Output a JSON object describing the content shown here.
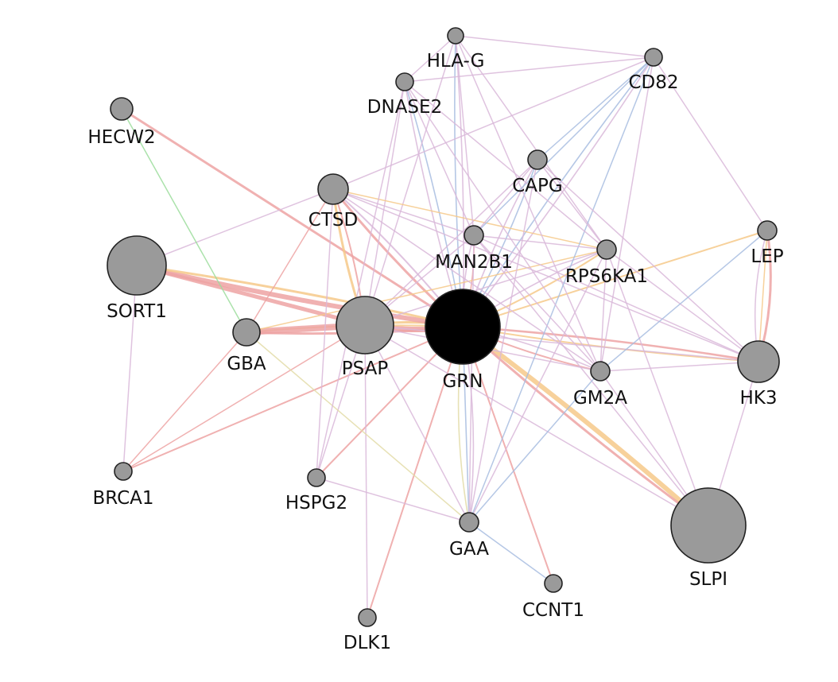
{
  "colors": {
    "query_node": "#000000",
    "node": "#9a9a9a",
    "node_stroke": "#222222",
    "coexpression": "#d9b8d9",
    "physical": "#eda3a3",
    "predicted": "#f6c98a",
    "pathway": "#a8bde0",
    "genetic": "#9cdd9c",
    "shared_domain": "#e3dca8"
  },
  "nodes": [
    {
      "id": "GRN",
      "label": "GRN",
      "query": true
    },
    {
      "id": "PSAP",
      "label": "PSAP"
    },
    {
      "id": "SORT1",
      "label": "SORT1"
    },
    {
      "id": "SLPI",
      "label": "SLPI"
    },
    {
      "id": "HK3",
      "label": "HK3"
    },
    {
      "id": "CTSD",
      "label": "CTSD"
    },
    {
      "id": "GBA",
      "label": "GBA"
    },
    {
      "id": "HECW2",
      "label": "HECW2"
    },
    {
      "id": "DNASE2",
      "label": "DNASE2"
    },
    {
      "id": "HLA-G",
      "label": "HLA-G"
    },
    {
      "id": "CD82",
      "label": "CD82"
    },
    {
      "id": "CAPG",
      "label": "CAPG"
    },
    {
      "id": "MAN2B1",
      "label": "MAN2B1"
    },
    {
      "id": "RPS6KA1",
      "label": "RPS6KA1"
    },
    {
      "id": "LEP",
      "label": "LEP"
    },
    {
      "id": "GM2A",
      "label": "GM2A"
    },
    {
      "id": "BRCA1",
      "label": "BRCA1"
    },
    {
      "id": "HSPG2",
      "label": "HSPG2"
    },
    {
      "id": "GAA",
      "label": "GAA"
    },
    {
      "id": "CCNT1",
      "label": "CCNT1"
    },
    {
      "id": "DLK1",
      "label": "DLK1"
    }
  ],
  "edges": [
    {
      "source": "GRN",
      "target": "PSAP",
      "type": "physical",
      "weight": 7
    },
    {
      "source": "GRN",
      "target": "PSAP",
      "type": "predicted",
      "weight": 3
    },
    {
      "source": "GRN",
      "target": "SORT1",
      "type": "physical",
      "weight": 6
    },
    {
      "source": "GRN",
      "target": "SORT1",
      "type": "predicted",
      "weight": 3
    },
    {
      "source": "GRN",
      "target": "SLPI",
      "type": "predicted",
      "weight": 6
    },
    {
      "source": "GRN",
      "target": "SLPI",
      "type": "physical",
      "weight": 3
    },
    {
      "source": "GRN",
      "target": "HK3",
      "type": "physical",
      "weight": 2.5
    },
    {
      "source": "GRN",
      "target": "HK3",
      "type": "predicted",
      "weight": 2
    },
    {
      "source": "GRN",
      "target": "CTSD",
      "type": "physical",
      "weight": 3
    },
    {
      "source": "GRN",
      "target": "CTSD",
      "type": "coexpression",
      "weight": 2
    },
    {
      "source": "GRN",
      "target": "GBA",
      "type": "physical",
      "weight": 3
    },
    {
      "source": "GRN",
      "target": "GBA",
      "type": "predicted",
      "weight": 2
    },
    {
      "source": "GRN",
      "target": "HECW2",
      "type": "physical",
      "weight": 3
    },
    {
      "source": "GRN",
      "target": "DNASE2",
      "type": "coexpression",
      "weight": 1.6
    },
    {
      "source": "GRN",
      "target": "DNASE2",
      "type": "pathway",
      "weight": 1.6
    },
    {
      "source": "GRN",
      "target": "HLA-G",
      "type": "pathway",
      "weight": 1.6
    },
    {
      "source": "GRN",
      "target": "HLA-G",
      "type": "coexpression",
      "weight": 1.6
    },
    {
      "source": "GRN",
      "target": "CD82",
      "type": "pathway",
      "weight": 1.6
    },
    {
      "source": "GRN",
      "target": "CD82",
      "type": "coexpression",
      "weight": 1.6
    },
    {
      "source": "GRN",
      "target": "CAPG",
      "type": "coexpression",
      "weight": 1.6
    },
    {
      "source": "GRN",
      "target": "CAPG",
      "type": "pathway",
      "weight": 1.6
    },
    {
      "source": "GRN",
      "target": "MAN2B1",
      "type": "coexpression",
      "weight": 1.6
    },
    {
      "source": "GRN",
      "target": "MAN2B1",
      "type": "physical",
      "weight": 1.6
    },
    {
      "source": "GRN",
      "target": "RPS6KA1",
      "type": "coexpression",
      "weight": 1.6
    },
    {
      "source": "GRN",
      "target": "RPS6KA1",
      "type": "predicted",
      "weight": 2
    },
    {
      "source": "GRN",
      "target": "LEP",
      "type": "predicted",
      "weight": 2
    },
    {
      "source": "GRN",
      "target": "GM2A",
      "type": "coexpression",
      "weight": 1.6
    },
    {
      "source": "GRN",
      "target": "GM2A",
      "type": "physical",
      "weight": 2
    },
    {
      "source": "GRN",
      "target": "BRCA1",
      "type": "physical",
      "weight": 2
    },
    {
      "source": "GRN",
      "target": "HSPG2",
      "type": "physical",
      "weight": 2
    },
    {
      "source": "GRN",
      "target": "GAA",
      "type": "coexpression",
      "weight": 1.6
    },
    {
      "source": "GRN",
      "target": "GAA",
      "type": "pathway",
      "weight": 1.6
    },
    {
      "source": "GRN",
      "target": "GAA",
      "type": "shared_domain",
      "weight": 1.6
    },
    {
      "source": "GRN",
      "target": "CCNT1",
      "type": "physical",
      "weight": 2
    },
    {
      "source": "GRN",
      "target": "DLK1",
      "type": "physical",
      "weight": 2
    },
    {
      "source": "PSAP",
      "target": "GBA",
      "type": "physical",
      "weight": 8
    },
    {
      "source": "PSAP",
      "target": "SORT1",
      "type": "physical",
      "weight": 5
    },
    {
      "source": "PSAP",
      "target": "CTSD",
      "type": "predicted",
      "weight": 3
    },
    {
      "source": "PSAP",
      "target": "CTSD",
      "type": "physical",
      "weight": 2
    },
    {
      "source": "PSAP",
      "target": "HSPG2",
      "type": "coexpression",
      "weight": 1.5
    },
    {
      "source": "PSAP",
      "target": "GAA",
      "type": "coexpression",
      "weight": 1.5
    },
    {
      "source": "PSAP",
      "target": "DNASE2",
      "type": "coexpression",
      "weight": 1.5
    },
    {
      "source": "PSAP",
      "target": "HLA-G",
      "type": "coexpression",
      "weight": 1.5
    },
    {
      "source": "PSAP",
      "target": "CAPG",
      "type": "coexpression",
      "weight": 1.5
    },
    {
      "source": "PSAP",
      "target": "MAN2B1",
      "type": "coexpression",
      "weight": 1.5
    },
    {
      "source": "PSAP",
      "target": "RPS6KA1",
      "type": "coexpression",
      "weight": 1.5
    },
    {
      "source": "PSAP",
      "target": "GM2A",
      "type": "coexpression",
      "weight": 1.5
    },
    {
      "source": "PSAP",
      "target": "HK3",
      "type": "coexpression",
      "weight": 1.5
    },
    {
      "source": "PSAP",
      "target": "SLPI",
      "type": "coexpression",
      "weight": 1.5
    },
    {
      "source": "PSAP",
      "target": "BRCA1",
      "type": "physical",
      "weight": 1.5
    },
    {
      "source": "PSAP",
      "target": "DLK1",
      "type": "coexpression",
      "weight": 1.5
    },
    {
      "source": "SORT1",
      "target": "CTSD",
      "type": "coexpression",
      "weight": 1.5
    },
    {
      "source": "SORT1",
      "target": "BRCA1",
      "type": "coexpression",
      "weight": 1.5
    },
    {
      "source": "GBA",
      "target": "HECW2",
      "type": "genetic",
      "weight": 1.5
    },
    {
      "source": "GBA",
      "target": "BRCA1",
      "type": "physical",
      "weight": 1.5
    },
    {
      "source": "GBA",
      "target": "GAA",
      "type": "shared_domain",
      "weight": 1.5
    },
    {
      "source": "GBA",
      "target": "RPS6KA1",
      "type": "predicted",
      "weight": 1.5
    },
    {
      "source": "GBA",
      "target": "CTSD",
      "type": "physical",
      "weight": 1.5
    },
    {
      "source": "CTSD",
      "target": "MAN2B1",
      "type": "coexpression",
      "weight": 1.5
    },
    {
      "source": "CTSD",
      "target": "RPS6KA1",
      "type": "predicted",
      "weight": 1.5
    },
    {
      "source": "CTSD",
      "target": "HK3",
      "type": "coexpression",
      "weight": 1.5
    },
    {
      "source": "CTSD",
      "target": "GM2A",
      "type": "coexpression",
      "weight": 1.5
    },
    {
      "source": "CTSD",
      "target": "HSPG2",
      "type": "coexpression",
      "weight": 1.5
    },
    {
      "source": "CTSD",
      "target": "CD82",
      "type": "coexpression",
      "weight": 1.5
    },
    {
      "source": "HLA-G",
      "target": "CD82",
      "type": "coexpression",
      "weight": 1.5
    },
    {
      "source": "HLA-G",
      "target": "RPS6KA1",
      "type": "coexpression",
      "weight": 1.5
    },
    {
      "source": "HLA-G",
      "target": "GM2A",
      "type": "coexpression",
      "weight": 1.5
    },
    {
      "source": "HLA-G",
      "target": "MAN2B1",
      "type": "coexpression",
      "weight": 1.5
    },
    {
      "source": "HLA-G",
      "target": "DNASE2",
      "type": "coexpression",
      "weight": 1.5
    },
    {
      "source": "CD82",
      "target": "DNASE2",
      "type": "coexpression",
      "weight": 1.5
    },
    {
      "source": "CD82",
      "target": "LEP",
      "type": "coexpression",
      "weight": 1.5
    },
    {
      "source": "CD82",
      "target": "GAA",
      "type": "pathway",
      "weight": 1.5
    },
    {
      "source": "CD82",
      "target": "MAN2B1",
      "type": "pathway",
      "weight": 1.5
    },
    {
      "source": "CD82",
      "target": "GM2A",
      "type": "coexpression",
      "weight": 1.5
    },
    {
      "source": "CD82",
      "target": "CAPG",
      "type": "pathway",
      "weight": 1.5
    },
    {
      "source": "DNASE2",
      "target": "MAN2B1",
      "type": "coexpression",
      "weight": 1.5
    },
    {
      "source": "DNASE2",
      "target": "RPS6KA1",
      "type": "coexpression",
      "weight": 1.5
    },
    {
      "source": "DNASE2",
      "target": "GM2A",
      "type": "coexpression",
      "weight": 1.5
    },
    {
      "source": "DNASE2",
      "target": "HSPG2",
      "type": "coexpression",
      "weight": 1.5
    },
    {
      "source": "CAPG",
      "target": "MAN2B1",
      "type": "coexpression",
      "weight": 1.5
    },
    {
      "source": "CAPG",
      "target": "GAA",
      "type": "coexpression",
      "weight": 1.5
    },
    {
      "source": "CAPG",
      "target": "RPS6KA1",
      "type": "coexpression",
      "weight": 1.5
    },
    {
      "source": "CAPG",
      "target": "HK3",
      "type": "coexpression",
      "weight": 1.5
    },
    {
      "source": "MAN2B1",
      "target": "GAA",
      "type": "coexpression",
      "weight": 1.5
    },
    {
      "source": "MAN2B1",
      "target": "RPS6KA1",
      "type": "coexpression",
      "weight": 1.5
    },
    {
      "source": "MAN2B1",
      "target": "GM2A",
      "type": "coexpression",
      "weight": 1.5
    },
    {
      "source": "MAN2B1",
      "target": "HK3",
      "type": "coexpression",
      "weight": 1.5
    },
    {
      "source": "MAN2B1",
      "target": "SLPI",
      "type": "coexpression",
      "weight": 1.5
    },
    {
      "source": "RPS6KA1",
      "target": "GM2A",
      "type": "coexpression",
      "weight": 1.5
    },
    {
      "source": "RPS6KA1",
      "target": "GAA",
      "type": "coexpression",
      "weight": 1.5
    },
    {
      "source": "RPS6KA1",
      "target": "HK3",
      "type": "coexpression",
      "weight": 1.5
    },
    {
      "source": "RPS6KA1",
      "target": "SLPI",
      "type": "coexpression",
      "weight": 1.5
    },
    {
      "source": "LEP",
      "target": "HK3",
      "type": "physical",
      "weight": 3
    },
    {
      "source": "LEP",
      "target": "HK3",
      "type": "predicted",
      "weight": 1.5
    },
    {
      "source": "LEP",
      "target": "HK3",
      "type": "coexpression",
      "weight": 1.5
    },
    {
      "source": "LEP",
      "target": "GM2A",
      "type": "pathway",
      "weight": 1.5
    },
    {
      "source": "GM2A",
      "target": "HK3",
      "type": "coexpression",
      "weight": 1.5
    },
    {
      "source": "GM2A",
      "target": "GAA",
      "type": "pathway",
      "weight": 1.5
    },
    {
      "source": "GM2A",
      "target": "SLPI",
      "type": "coexpression",
      "weight": 1.5
    },
    {
      "source": "HK3",
      "target": "SLPI",
      "type": "coexpression",
      "weight": 1.5
    },
    {
      "source": "GAA",
      "target": "CCNT1",
      "type": "pathway",
      "weight": 1.5
    },
    {
      "source": "GAA",
      "target": "HSPG2",
      "type": "coexpression",
      "weight": 1.5
    }
  ]
}
